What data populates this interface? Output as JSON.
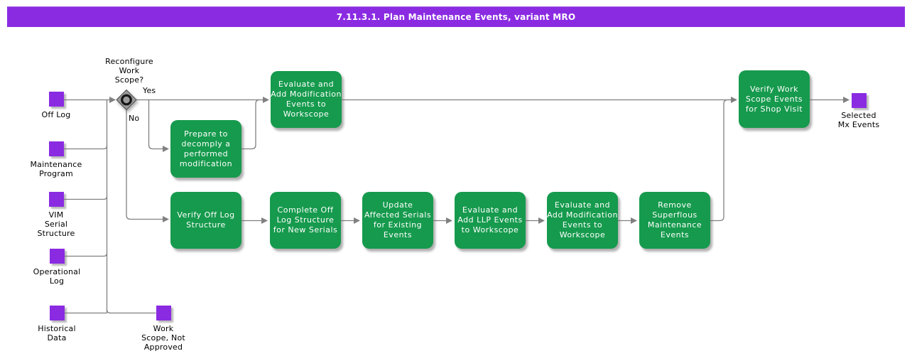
{
  "header": {
    "title": "7.11.3.1. Plan Maintenance Events, variant MRO"
  },
  "gateway": {
    "question": "Reconfigure\nWork\nScope?",
    "yes_label": "Yes",
    "no_label": "No"
  },
  "activities": {
    "eval_mod_top": "Evaluate and\nAdd Modification\nEvents to\nWorkscope",
    "prepare_decomply": "Prepare to\ndecomply a\nperformed\nmodification",
    "verify_off_log": "Verify Off Log\nStructure",
    "complete_off_log": "Complete Off\nLog Structure\nfor New Serials",
    "update_affected": "Update\nAffected Serials\nfor Existing\nEvents",
    "eval_llp": "Evaluate and\nAdd LLP Events\nto Workscope",
    "eval_mod_bottom": "Evaluate and\nAdd Modification\nEvents to\nWorkscope",
    "remove_superflous": "Remove\nSuperflous\nMaintenance\nEvents",
    "verify_work_scope": "Verify Work\nScope Events\nfor Shop Visit"
  },
  "data_objects": {
    "off_log": "Off Log",
    "maintenance_program": "Maintenance\nProgram",
    "vim_serial_structure": "VIM\nSerial\nStructure",
    "operational_log": "Operational\nLog",
    "historical_data": "Historical\nData",
    "work_scope_not_approved": "Work\nScope, Not\nApproved",
    "selected_mx_events": "Selected\nMx Events"
  },
  "colors": {
    "banner": "#8A2BE2",
    "data_object_fill": "#8A2BE2",
    "activity_fill": "#169A4D",
    "activity_text": "#FFFFFF",
    "connector": "#808080",
    "gateway_fill": "#9A9A9A",
    "label_text": "#000000"
  }
}
